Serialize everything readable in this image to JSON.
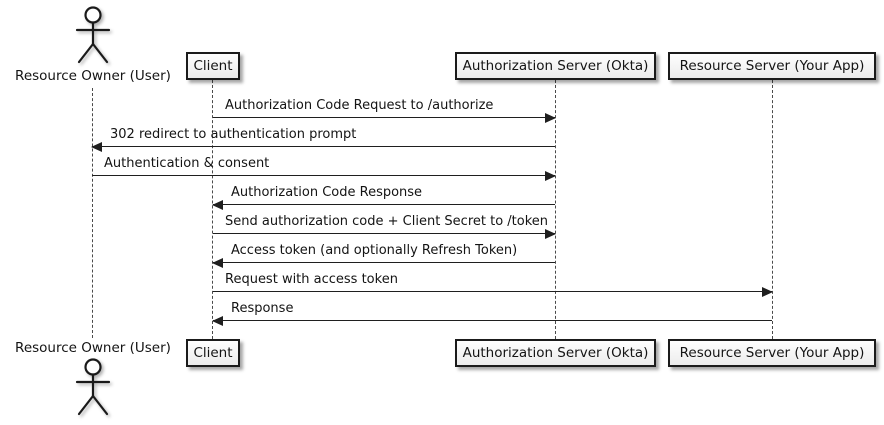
{
  "diagram": {
    "type": "sequence",
    "actor": {
      "label": "Resource Owner (User)"
    },
    "participants": [
      {
        "label": "Client"
      },
      {
        "label": "Authorization Server (Okta)"
      },
      {
        "label": "Resource Server (Your App)"
      }
    ],
    "messages": [
      {
        "from": "Client",
        "to": "Authorization Server (Okta)",
        "direction": "right",
        "label": "Authorization Code Request to /authorize"
      },
      {
        "from": "Authorization Server (Okta)",
        "to": "Resource Owner (User)",
        "direction": "left",
        "label": "302 redirect to authentication prompt"
      },
      {
        "from": "Resource Owner (User)",
        "to": "Authorization Server (Okta)",
        "direction": "right",
        "label": "Authentication & consent"
      },
      {
        "from": "Authorization Server (Okta)",
        "to": "Client",
        "direction": "left",
        "label": "Authorization Code Response"
      },
      {
        "from": "Client",
        "to": "Authorization Server (Okta)",
        "direction": "right",
        "label": "Send authorization code + Client Secret to /token"
      },
      {
        "from": "Authorization Server (Okta)",
        "to": "Client",
        "direction": "left",
        "label": "Access token (and optionally Refresh Token)"
      },
      {
        "from": "Client",
        "to": "Resource Server (Your App)",
        "direction": "right",
        "label": "Request with access token"
      },
      {
        "from": "Resource Server (Your App)",
        "to": "Client",
        "direction": "left",
        "label": "Response"
      }
    ],
    "colors": {
      "background": "#ffffff",
      "line": "#1f1f1f",
      "box_border": "#1b1b1b",
      "box_fill": "#f6f6f6",
      "shadow": "rgba(0,0,0,0.35)"
    }
  }
}
